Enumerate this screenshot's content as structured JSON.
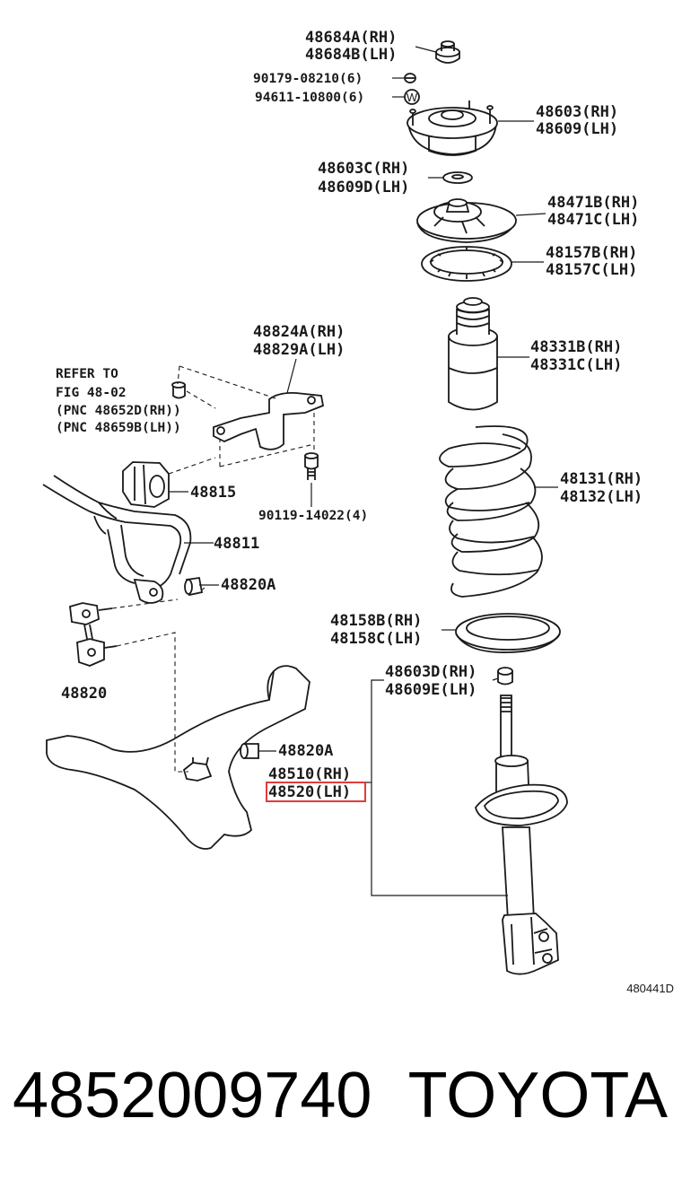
{
  "diagram": {
    "code": "480441D",
    "labels": {
      "l48684a": "48684A(RH)",
      "l48684b": "48684B(LH)",
      "l90179": "90179-08210(6)",
      "l94611": "94611-10800(6)",
      "l48603": "48603(RH)",
      "l48609": "48609(LH)",
      "l48603c": "48603C(RH)",
      "l48609d": "48609D(LH)",
      "l48471b": "48471B(RH)",
      "l48471c": "48471C(LH)",
      "l48157b": "48157B(RH)",
      "l48157c": "48157C(LH)",
      "l48824a": "48824A(RH)",
      "l48829a": "48829A(LH)",
      "l48331b": "48331B(RH)",
      "l48331c": "48331C(LH)",
      "refer1": "REFER TO",
      "refer2": "FIG 48-02",
      "refer3": "(PNC 48652D(RH))",
      "refer4": "(PNC 48659B(LH))",
      "l48131": "48131(RH)",
      "l48132": "48132(LH)",
      "l48815": "48815",
      "l90119": "90119-14022(4)",
      "l48811": "48811",
      "l48820a_1": "48820A",
      "l48158b": "48158B(RH)",
      "l48158c": "48158C(LH)",
      "l48820": "48820",
      "l48603d": "48603D(RH)",
      "l48609e": "48609E(LH)",
      "l48820a_2": "48820A",
      "l48510": "48510(RH)",
      "l48520": "48520(LH)"
    },
    "washer_mark": "W",
    "highlight_color": "#e23b3b"
  },
  "footer": {
    "part_number": "4852009740",
    "brand": "TOYOTA"
  }
}
